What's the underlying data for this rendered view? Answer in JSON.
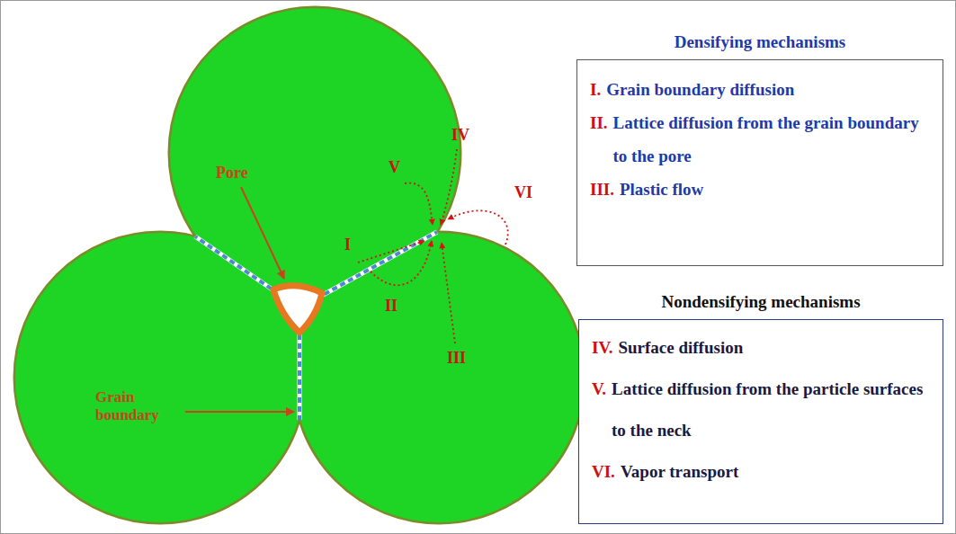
{
  "diagram": {
    "nodes": [
      {
        "text": [
          "Densifying mechanisms",
          "I.",
          "Grain boundary diffusion",
          "II.",
          "Lattice diffusion from the grain boundary to the pore",
          "III.",
          "Plastic flow"
        ]
      },
      {
        "text": [
          "Nondensifying mechanisms",
          "IV.",
          "Surface diffusion",
          "V.",
          "Lattice diffusion from the particle surfaces to the neck",
          "VI.",
          "Vapor transport"
        ]
      }
    ],
    "labels": [
      "Pore",
      "Grain boundary",
      "I",
      "II",
      "III",
      "IV",
      "V",
      "VI"
    ]
  }
}
